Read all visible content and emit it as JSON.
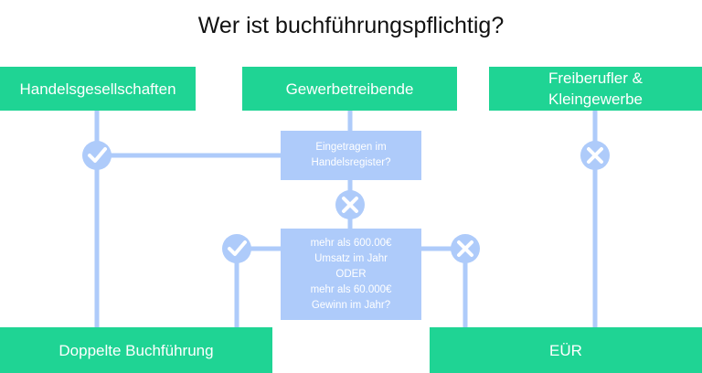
{
  "title": "Wer ist buchführungspflichtig?",
  "colors": {
    "green": "#1fd494",
    "blue": "#aecbfa",
    "line": "#aecbfa",
    "icon": "#ffffff"
  },
  "nodes": {
    "handelsgesellschaften": "Handelsgesellschaften",
    "gewerbetreibende": "Gewerbetreibende",
    "freiberufler": "Freiberufler &\nKleingewerbe",
    "handelsregister_question": "Eingetragen im\nHandelsregister?",
    "umsatz_question": "mehr als 600.00€\nUmsatz im Jahr\nODER\nmehr als 60.000€\nGewinn im Jahr?",
    "doppelte_buchfuehrung": "Doppelte Buchführung",
    "eur": "EÜR"
  },
  "icons": [
    "check-icon",
    "cross-icon"
  ]
}
